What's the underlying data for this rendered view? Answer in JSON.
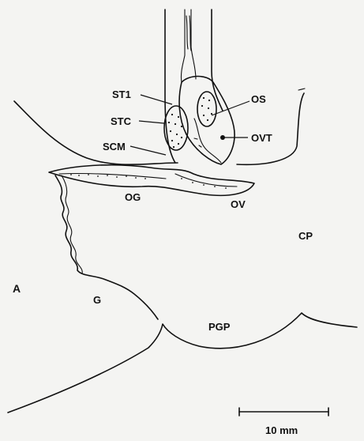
{
  "figure": {
    "panel_letter": "A",
    "labels": {
      "st1": "ST1",
      "stc": "STC",
      "scm": "SCM",
      "os": "OS",
      "ovt": "OVT",
      "og": "OG",
      "ov": "OV",
      "cp": "CP",
      "g": "G",
      "pgp": "PGP"
    },
    "scale_bar": {
      "label": "10 mm",
      "value": 10,
      "unit": "mm"
    }
  }
}
